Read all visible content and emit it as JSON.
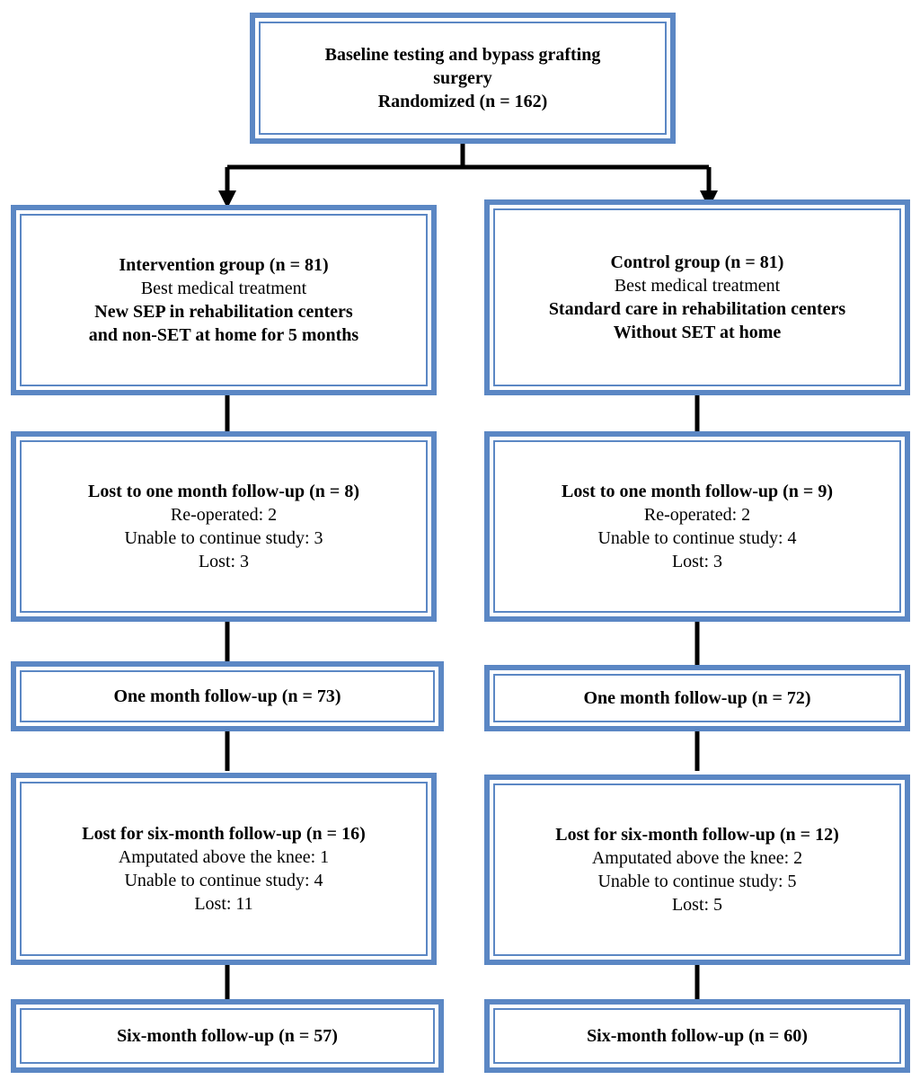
{
  "colors": {
    "border": "#5b87c4",
    "connector": "#000000"
  },
  "top": {
    "title": "Baseline testing and bypass grafting surgery",
    "randomized": "Randomized (n = 162)"
  },
  "left": {
    "group": {
      "title": "Intervention group (n = 81)",
      "line1": "Best medical treatment",
      "line2": "New SEP in rehabilitation centers",
      "line3": "and non-SET at home for 5 months"
    },
    "lost1": {
      "title": "Lost to one month follow-up (n = 8)",
      "line1": "Re-operated: 2",
      "line2": "Unable to continue study: 3",
      "line3": "Lost: 3"
    },
    "fu1": "One month follow-up (n = 73)",
    "lost6": {
      "title": "Lost for six-month follow-up (n = 16)",
      "line1": "Amputated above the knee: 1",
      "line2": "Unable to continue study: 4",
      "line3": "Lost: 11"
    },
    "fu6": "Six-month follow-up (n = 57)"
  },
  "right": {
    "group": {
      "title": "Control group (n = 81)",
      "line1": "Best medical treatment",
      "line2": "Standard care in rehabilitation centers",
      "line3": "Without SET at home"
    },
    "lost1": {
      "title": "Lost to one month follow-up (n = 9)",
      "line1": "Re-operated: 2",
      "line2": "Unable to continue study: 4",
      "line3": "Lost: 3"
    },
    "fu1": "One month follow-up (n = 72)",
    "lost6": {
      "title": "Lost for six-month follow-up (n = 12)",
      "line1": "Amputated above the knee: 2",
      "line2": "Unable to continue study: 5",
      "line3": "Lost: 5"
    },
    "fu6": "Six-month follow-up (n = 60)"
  }
}
